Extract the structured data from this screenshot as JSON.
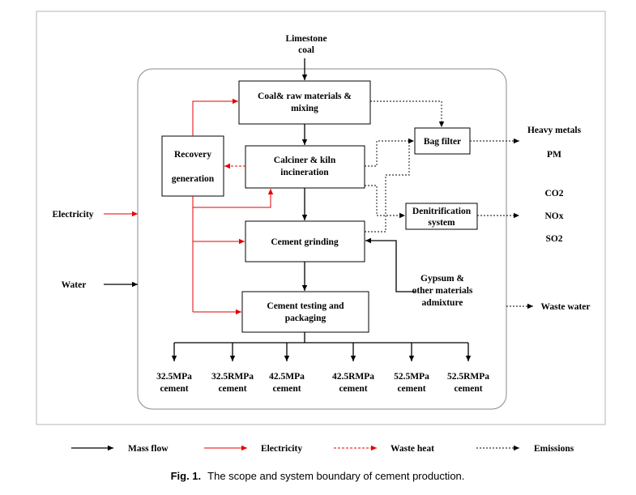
{
  "inputs": {
    "top_line1": "Limestone",
    "top_line2": "coal",
    "electricity": "Electricity",
    "water": "Water",
    "gypsum_line1": "Gypsum &",
    "gypsum_line2": "other materials",
    "gypsum_line3": "admixture"
  },
  "boxes": {
    "coal_line1": "Coal& raw materials &",
    "coal_line2": "mixing",
    "calciner_line1": "Calciner & kiln",
    "calciner_line2": "incineration",
    "grinding": "Cement grinding",
    "testing_line1": "Cement testing and",
    "testing_line2": "packaging",
    "recovery_line1": "Recovery",
    "recovery_line2": "generation",
    "bag_filter": "Bag filter",
    "denitrification_line1": "Denitrification",
    "denitrification_line2": "system"
  },
  "emissions": {
    "heavy_metals": "Heavy metals",
    "pm": "PM",
    "co2": "CO2",
    "nox": "NOx",
    "so2": "SO2",
    "waste_water": "Waste water"
  },
  "products": [
    {
      "grade": "32.5MPa",
      "unit": "cement"
    },
    {
      "grade": "32.5RMPa",
      "unit": "cement"
    },
    {
      "grade": "42.5MPa",
      "unit": "cement"
    },
    {
      "grade": "42.5RMPa",
      "unit": "cement"
    },
    {
      "grade": "52.5MPa",
      "unit": "cement"
    },
    {
      "grade": "52.5RMPa",
      "unit": "cement"
    }
  ],
  "legend": {
    "mass_flow": "Mass flow",
    "electricity": "Electricity",
    "waste_heat": "Waste heat",
    "emissions": "Emissions"
  },
  "caption": {
    "label": "Fig. 1.",
    "text": "The scope and system boundary of cement production."
  },
  "colors": {
    "mass_flow": "#000000",
    "electricity": "#e60000",
    "waste_heat": "#e60000",
    "emissions": "#000000"
  }
}
